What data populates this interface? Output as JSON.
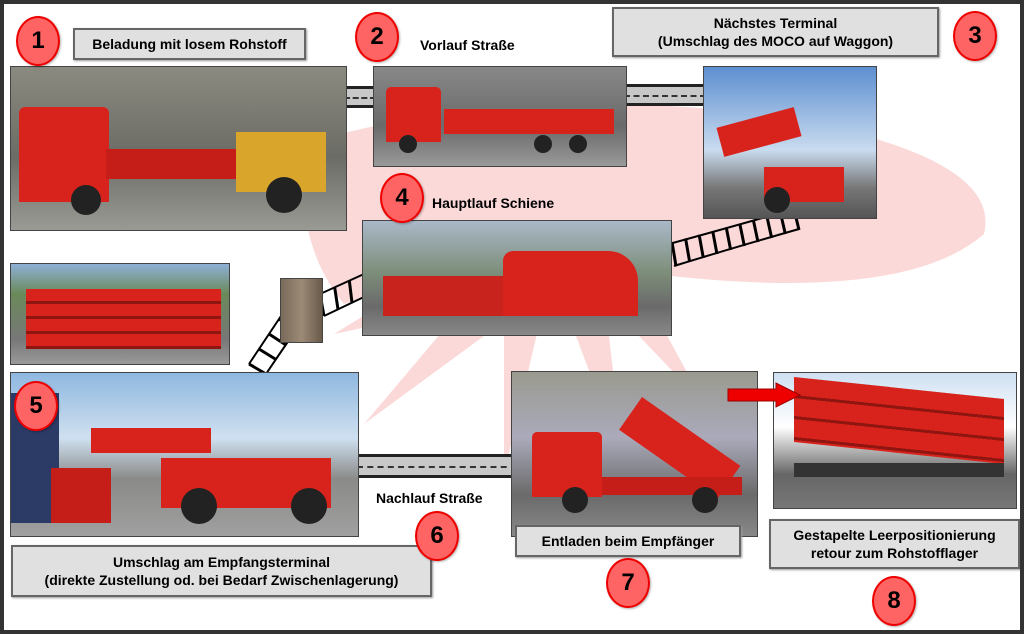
{
  "steps": [
    {
      "number": "1",
      "label": "Beladung mit losem Rohstoff"
    },
    {
      "number": "2",
      "label": "Vorlauf Straße"
    },
    {
      "number": "3",
      "label_line1": "Nächstes Terminal",
      "label_line2": "(Umschlag des MOCO auf Waggon)"
    },
    {
      "number": "4",
      "label": "Hauptlauf Schiene"
    },
    {
      "number": "5",
      "label_line1": "Umschlag am Empfangsterminal",
      "label_line2": "(direkte Zustellung od. bei Bedarf Zwischenlagerung)"
    },
    {
      "number": "6",
      "label": "Nachlauf Straße"
    },
    {
      "number": "7",
      "label": "Entladen beim Empfänger"
    },
    {
      "number": "8",
      "label_line1": "Gestapelte Leerpositionierung",
      "label_line2": "retour zum Rohstofflager"
    }
  ],
  "colors": {
    "accent_red": "#ff6464",
    "container_red": "#d8231c",
    "box_gray": "#e0e0e0"
  }
}
